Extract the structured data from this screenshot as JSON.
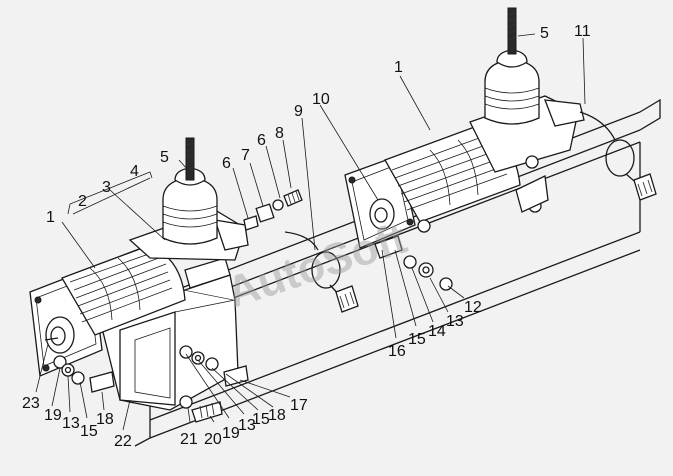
{
  "watermark": "AutoSoft",
  "callouts": [
    {
      "id": "c1a",
      "text": "1"
    },
    {
      "id": "c1b",
      "text": "1"
    },
    {
      "id": "c2",
      "text": "2"
    },
    {
      "id": "c3",
      "text": "3"
    },
    {
      "id": "c4",
      "text": "4"
    },
    {
      "id": "c5a",
      "text": "5"
    },
    {
      "id": "c5b",
      "text": "5"
    },
    {
      "id": "c6a",
      "text": "6"
    },
    {
      "id": "c7",
      "text": "7"
    },
    {
      "id": "c6b",
      "text": "6"
    },
    {
      "id": "c8",
      "text": "8"
    },
    {
      "id": "c9",
      "text": "9"
    },
    {
      "id": "c10",
      "text": "10"
    },
    {
      "id": "c11",
      "text": "11"
    },
    {
      "id": "c12",
      "text": "12"
    },
    {
      "id": "c13a",
      "text": "13"
    },
    {
      "id": "c14",
      "text": "14"
    },
    {
      "id": "c15a",
      "text": "15"
    },
    {
      "id": "c16",
      "text": "16"
    },
    {
      "id": "c17",
      "text": "17"
    },
    {
      "id": "c18a",
      "text": "18"
    },
    {
      "id": "c15b",
      "text": "15"
    },
    {
      "id": "c13b",
      "text": "13"
    },
    {
      "id": "c19a",
      "text": "19"
    },
    {
      "id": "c20",
      "text": "20"
    },
    {
      "id": "c21",
      "text": "21"
    },
    {
      "id": "c22",
      "text": "22"
    },
    {
      "id": "c18b",
      "text": "18"
    },
    {
      "id": "c15c",
      "text": "15"
    },
    {
      "id": "c13c",
      "text": "13"
    },
    {
      "id": "c19b",
      "text": "19"
    },
    {
      "id": "c23",
      "text": "23"
    }
  ]
}
